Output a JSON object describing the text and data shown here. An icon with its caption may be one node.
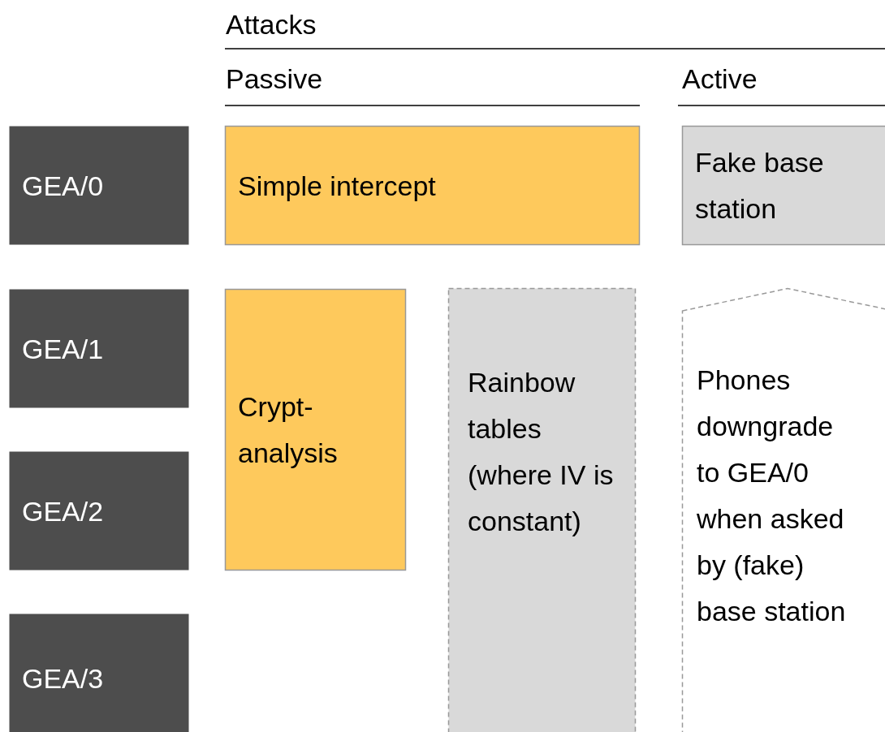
{
  "diagram": {
    "nodes": [
      {
        "text": [
          "GEA/0"
        ]
      },
      {
        "text": [
          "GEA/1"
        ]
      },
      {
        "text": [
          "GEA/2"
        ]
      },
      {
        "text": [
          "GEA/3"
        ]
      },
      {
        "text": [
          "Simple intercept"
        ]
      },
      {
        "text": [
          "Fake base station"
        ]
      },
      {
        "text": [
          "Crypt- analysis"
        ]
      },
      {
        "text": [
          "Rainbow tables (where IV is constant)"
        ]
      },
      {
        "text": [
          "Phones downgrade to GEA/0 when asked by (fake) base station"
        ]
      }
    ],
    "labels": [
      "Attacks",
      "Passive",
      "Active"
    ]
  }
}
